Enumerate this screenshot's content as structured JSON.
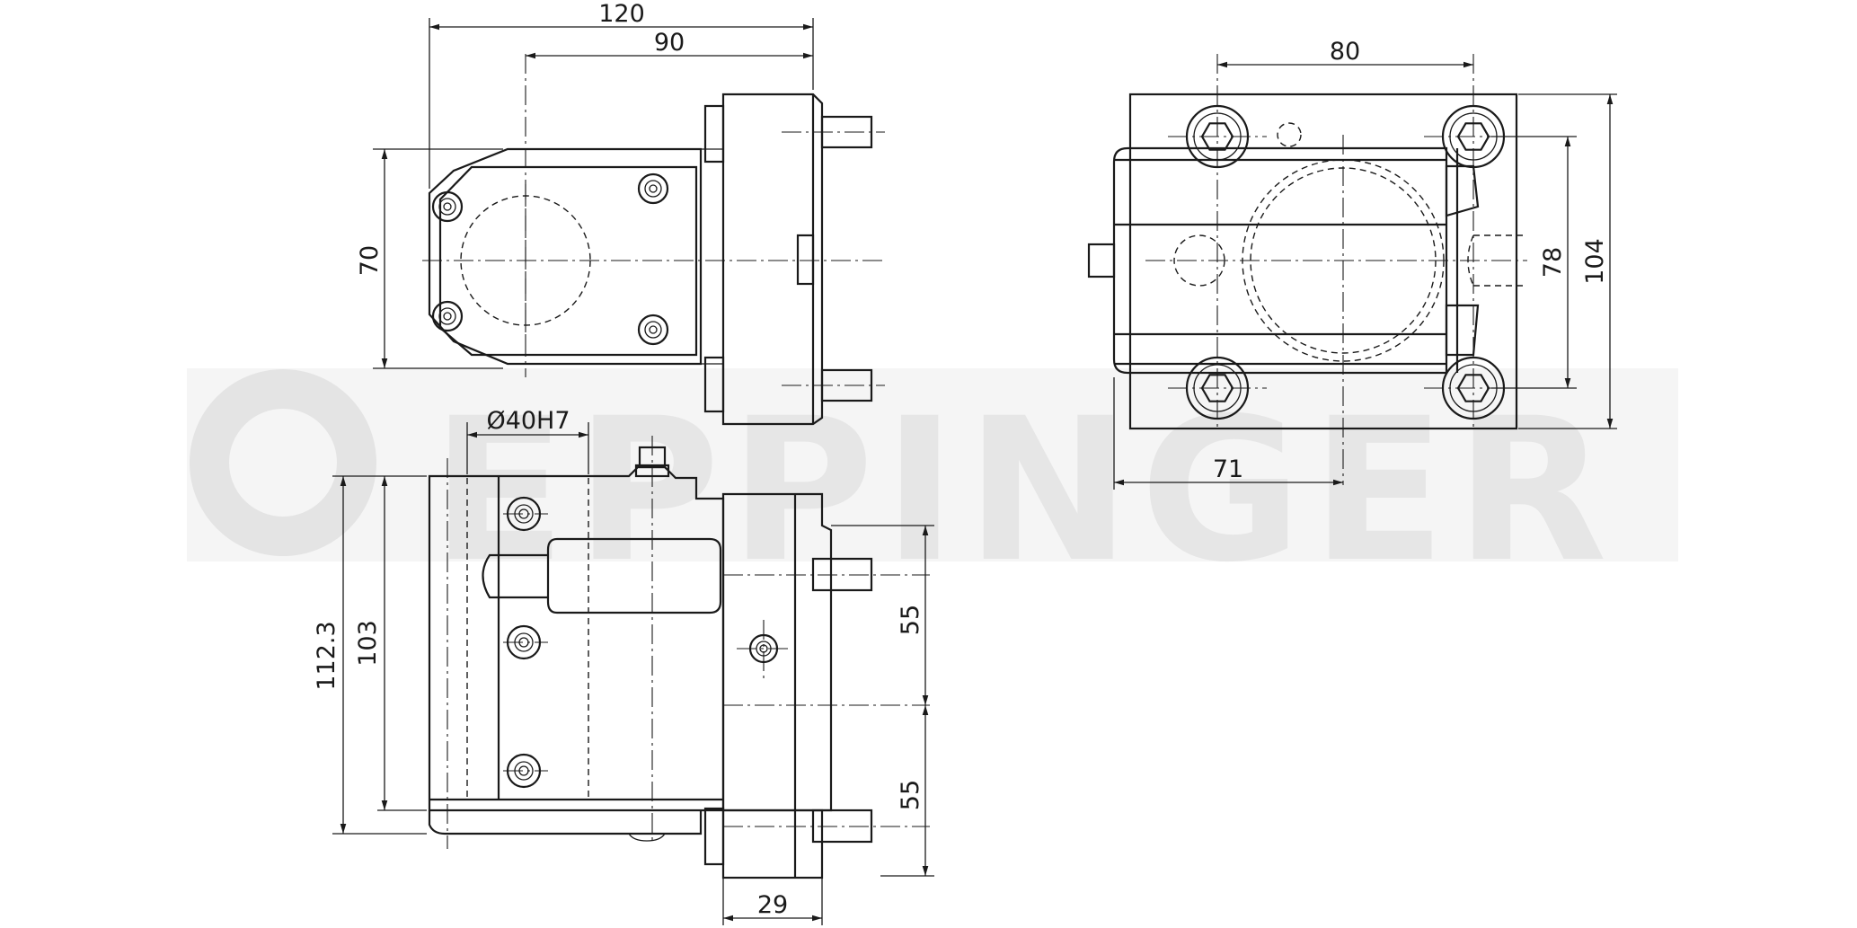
{
  "watermark": "EPPINGER",
  "dimensions": {
    "top_width_total": "120",
    "top_width_inner": "90",
    "top_height": "70",
    "right_width": "80",
    "right_height_inner": "78",
    "right_height_outer": "104",
    "right_offset": "71",
    "bore_diameter": "Ø40H7",
    "front_height_outer": "112.3",
    "front_height_inner": "103",
    "front_spacing_upper": "55",
    "front_spacing_lower": "55",
    "flange_thickness": "29"
  },
  "colors": {
    "line": "#1a1a1a",
    "watermark": "#e6e6e6",
    "background": "#ffffff"
  }
}
